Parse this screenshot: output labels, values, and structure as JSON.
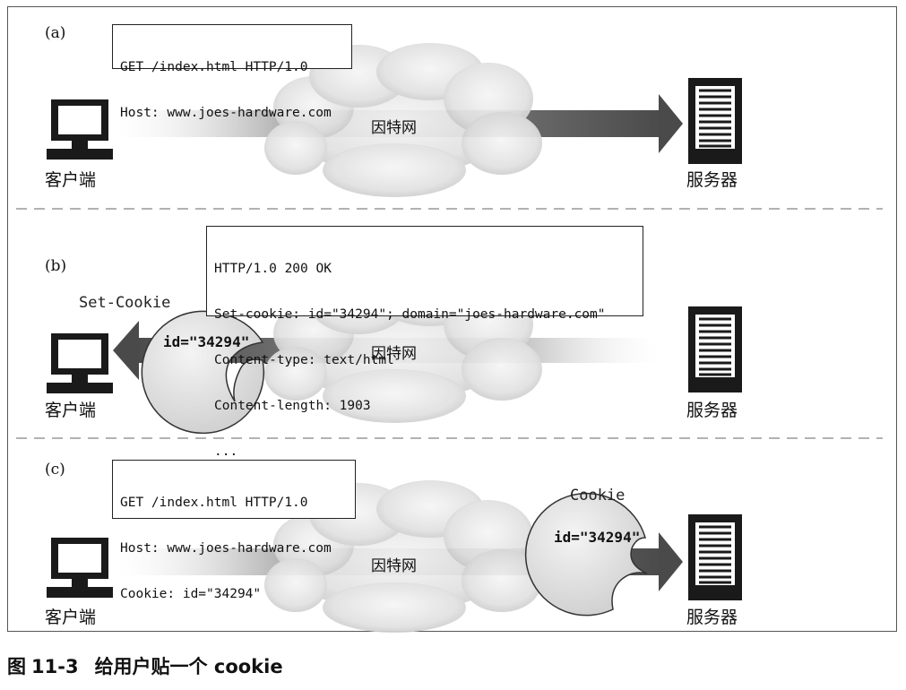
{
  "panels": [
    {
      "label": "(a)",
      "request_lines": [
        "GET /index.html HTTP/1.0",
        "Host: www.joes-hardware.com"
      ],
      "client": "客户端",
      "server": "服务器",
      "cloud": "因特网"
    },
    {
      "label": "(b)",
      "response_lines": [
        "HTTP/1.0 200 OK",
        "Set-cookie: id=\"34294\"; domain=\"joes-hardware.com\"",
        "Content-type: text/html",
        "Content-length: 1903",
        "..."
      ],
      "cookie_title": "Set-Cookie",
      "cookie_value": "id=\"34294\"",
      "client": "客户端",
      "server": "服务器",
      "cloud": "因特网"
    },
    {
      "label": "(c)",
      "request_lines": [
        "GET /index.html HTTP/1.0",
        "Host: www.joes-hardware.com",
        "Cookie: id=\"34294\""
      ],
      "cookie_title": "Cookie",
      "cookie_value": "id=\"34294\"",
      "client": "客户端",
      "server": "服务器",
      "cloud": "因特网"
    }
  ],
  "caption": {
    "prefix": "图",
    "number": "11-3",
    "text": "给用户贴一个 cookie"
  }
}
